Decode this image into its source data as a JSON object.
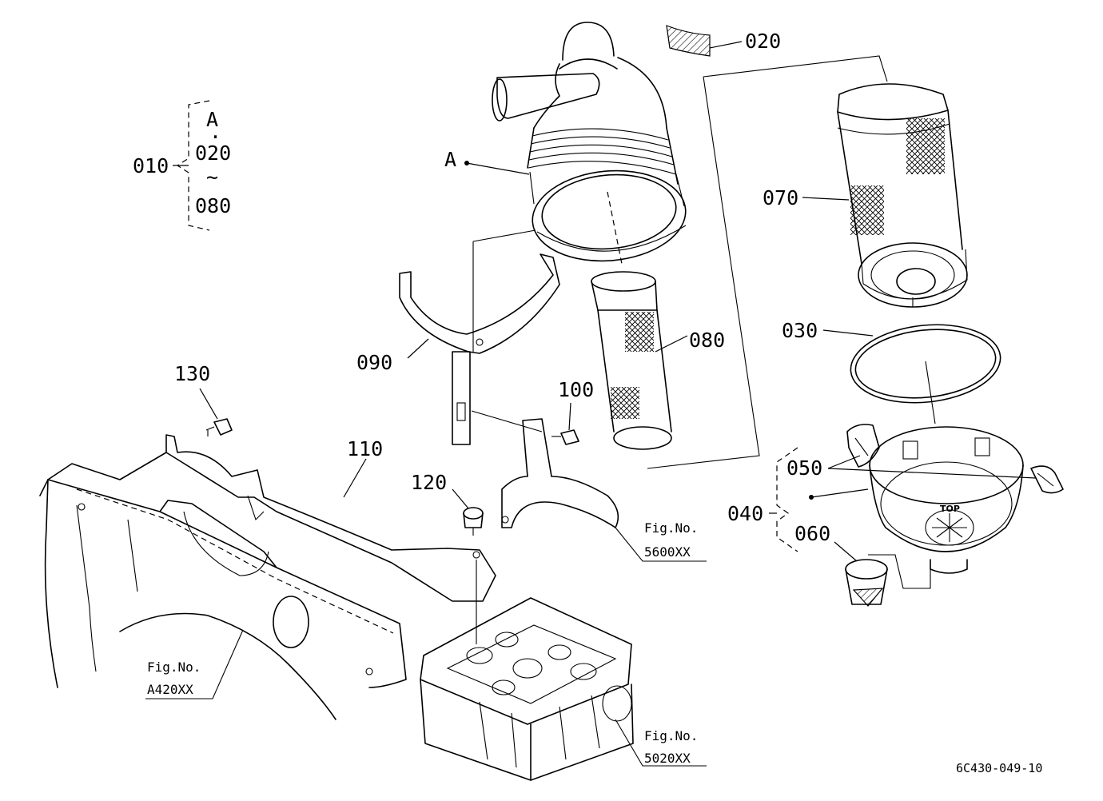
{
  "callouts": {
    "p010": "010",
    "pA": "A",
    "p020": "020",
    "p030": "030",
    "p040": "040",
    "p050": "050",
    "p060": "060",
    "p070": "070",
    "p080": "080",
    "p090": "090",
    "p100": "100",
    "p110": "110",
    "p120": "120",
    "p130": "130"
  },
  "bracket": {
    "top": "A",
    "dot": "·",
    "mid": "020",
    "tilde": "~",
    "bottom": "080"
  },
  "figure_refs": {
    "fig_label": "Fig.No.",
    "ref_5600": "5600XX",
    "ref_a420": "A420XX",
    "ref_5020": "5020XX"
  },
  "cover_marking": "TOP",
  "drawing_number": "6C430-049-10"
}
